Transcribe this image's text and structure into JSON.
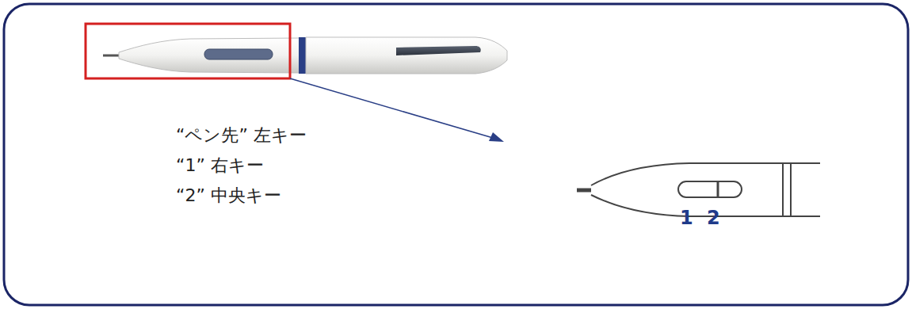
{
  "diagram": {
    "labels": [
      "“ペン先” 左キー",
      "“1” 右キー",
      "“2” 中央キー",
      "1",
      "2"
    ]
  }
}
